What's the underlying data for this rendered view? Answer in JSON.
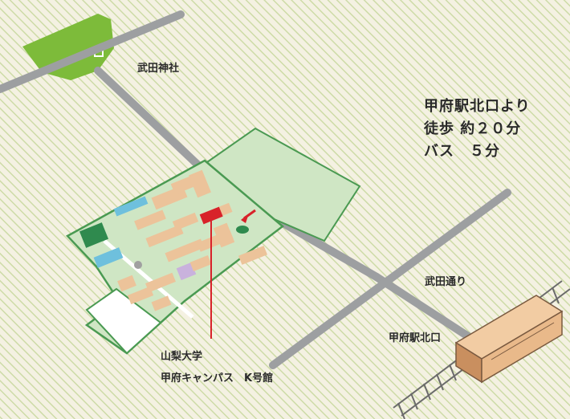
{
  "labels": {
    "shrine": "武田神社",
    "street": "武田通り",
    "station": "甲府駅北口",
    "university_name": "山梨大学",
    "campus_building": "甲府キャンパス　K号館"
  },
  "access": {
    "line1": "甲府駅北口より",
    "line2": "徒歩 約２０分",
    "line3": "バス　５分"
  },
  "colors": {
    "background": "#f4f1e2",
    "hatch": "#c9d9a0",
    "road": "#9d9fa1",
    "campus_fill": "#cfe6c4",
    "campus_border": "#4a9a52",
    "shrine_green": "#7dbb3a",
    "building": "#ecc39a",
    "target_building": "#d8222a",
    "pool": "#6ec0dd",
    "court": "#2f8a4e",
    "station_box": "#e9b98a",
    "rail": "#6b6b6b"
  },
  "icons": {
    "target_marker": "red-building-block",
    "arrow": "red-arrow-icon",
    "railway": "railway-track-icon"
  }
}
